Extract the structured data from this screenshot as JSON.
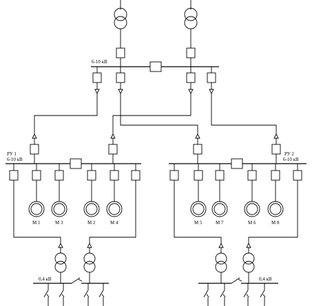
{
  "labels": {
    "main_bus_voltage": "6-10 кВ",
    "ru1_name": "РУ 1",
    "ru1_voltage": "6-10 кВ",
    "ru2_name": "РУ 2",
    "ru2_voltage": "6-10 кВ",
    "lv_left_voltage": "0,4 кВ",
    "lv_right_voltage": "0,4 кВ"
  },
  "motors": {
    "m1": "М 1",
    "m3": "М 3",
    "m2": "М 2",
    "m4": "М 4",
    "m5": "М 5",
    "m7": "М 7",
    "m6": "М 6",
    "m8": "М 8"
  }
}
